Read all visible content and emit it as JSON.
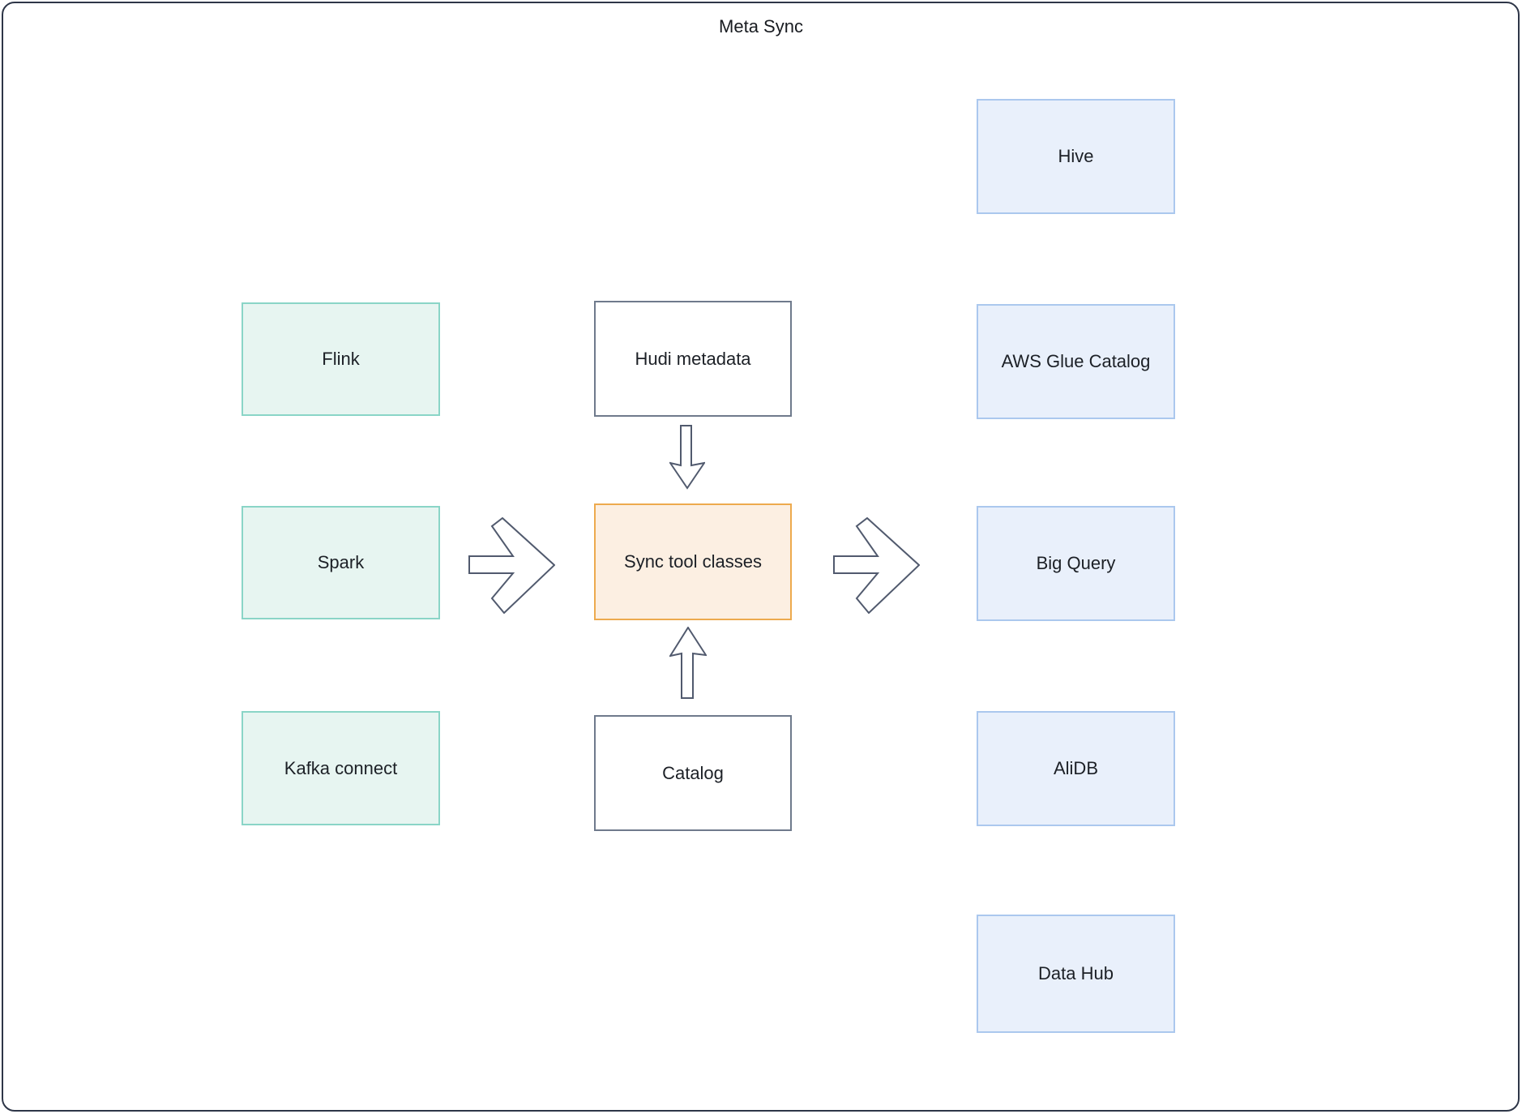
{
  "title": "Meta Sync",
  "diagram": {
    "nodes": [
      {
        "id": "hive",
        "label": "Hive",
        "group": "target"
      },
      {
        "id": "flink",
        "label": "Flink",
        "group": "source"
      },
      {
        "id": "hudi",
        "label": "Hudi metadata",
        "group": "metadata"
      },
      {
        "id": "glue",
        "label": "AWS Glue Catalog",
        "group": "target"
      },
      {
        "id": "spark",
        "label": "Spark",
        "group": "source"
      },
      {
        "id": "sync",
        "label": "Sync tool classes",
        "group": "center"
      },
      {
        "id": "bigquery",
        "label": "Big Query",
        "group": "target"
      },
      {
        "id": "kafka",
        "label": "Kafka connect",
        "group": "source"
      },
      {
        "id": "catalog",
        "label": "Catalog",
        "group": "metadata"
      },
      {
        "id": "alidb",
        "label": "AliDB",
        "group": "target"
      },
      {
        "id": "datahub",
        "label": "Data Hub",
        "group": "target"
      }
    ],
    "groups": {
      "source": {
        "fill": "#e7f5f1",
        "border": "#8ad5c7"
      },
      "metadata": {
        "fill": "#ffffff",
        "border": "#6f7a8c"
      },
      "center": {
        "fill": "#fcefe2",
        "border": "#edaa4e"
      },
      "target": {
        "fill": "#e9f0fb",
        "border": "#abc8ee"
      }
    },
    "arrows": [
      {
        "from": "hudi",
        "to": "sync",
        "direction": "down"
      },
      {
        "from": "catalog",
        "to": "sync",
        "direction": "up"
      },
      {
        "from": "sources",
        "to": "sync",
        "direction": "right"
      },
      {
        "from": "sync",
        "to": "target-column",
        "direction": "right"
      }
    ],
    "frame_border_color": "#2e3648",
    "arrow_outline_color": "#515a6e"
  }
}
